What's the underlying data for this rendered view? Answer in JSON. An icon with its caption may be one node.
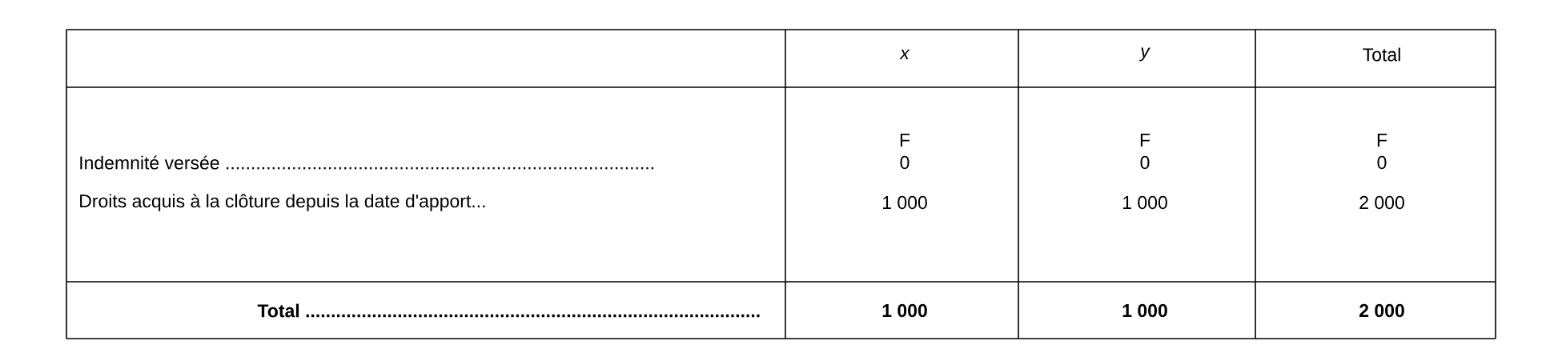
{
  "diagram": {
    "labels": [
      "x",
      "y",
      "Total",
      "F",
      "F",
      "F",
      "Indemnité versée ....................................................................................",
      "0",
      "0",
      "0",
      "Droits acquis à la clôture depuis la date d'apport...",
      "1 000",
      "1 000",
      "2 000",
      "Total .........................................................................................",
      "1 000",
      "1 000",
      "2 000"
    ]
  }
}
